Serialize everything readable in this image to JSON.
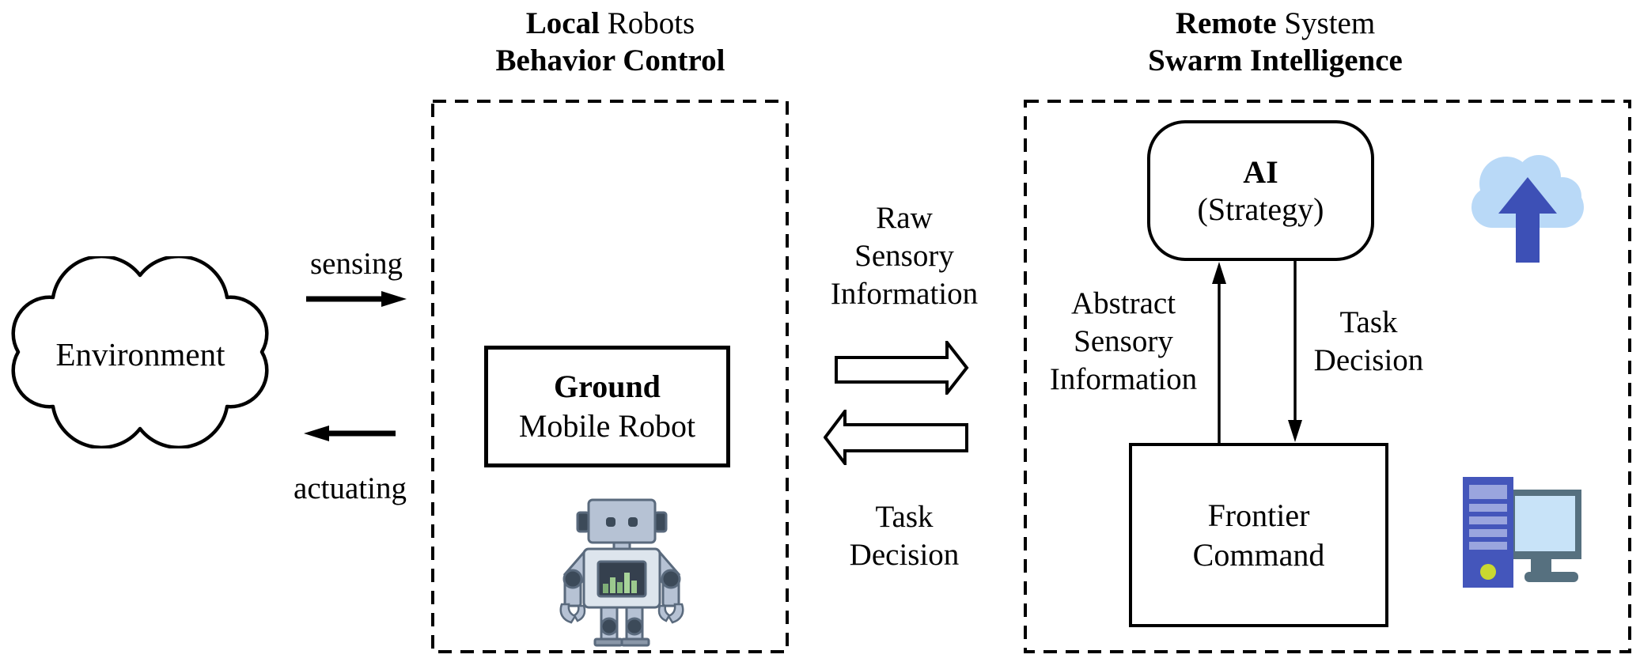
{
  "titles": {
    "local": {
      "emph": "Local",
      "rest": " Robots",
      "line2": "Behavior Control"
    },
    "remote": {
      "emph": "Remote",
      "rest": " System",
      "line2": "Swarm Intelligence"
    }
  },
  "environment": {
    "label": "Environment"
  },
  "flows": {
    "sensing": "sensing",
    "actuating": "actuating"
  },
  "ground": {
    "line1": "Ground",
    "line2": "Mobile Robot"
  },
  "mid": {
    "raw": [
      "Raw",
      "Sensory",
      "Information"
    ],
    "task": [
      "Task",
      "Decision"
    ]
  },
  "remote": {
    "ai": {
      "name": "AI",
      "sub": "(Strategy)"
    },
    "abstract": [
      "Abstract",
      "Sensory",
      "Information"
    ],
    "task": [
      "Task",
      "Decision"
    ],
    "frontier": [
      "Frontier",
      "Command"
    ]
  },
  "icons": {
    "robot": "robot-icon",
    "cloud_upload": "cloud-upload-icon",
    "computer": "desktop-computer-icon"
  },
  "colors": {
    "line": "#000000",
    "cloud_light": "#b9d9f7",
    "arrow_indigo": "#3d50b6",
    "tower_blue": "#4456bb",
    "vent_blue": "#9aa5de",
    "power_yellow": "#c9d830",
    "monitor_slate": "#56707f",
    "screen_blue": "#c8e3f8",
    "robot_body": "#b6c2d4",
    "robot_outline": "#5a6a7d",
    "robot_panel": "#dde5ed",
    "robot_screen": "#35404e",
    "robot_bar_green": "#9cc98e"
  }
}
